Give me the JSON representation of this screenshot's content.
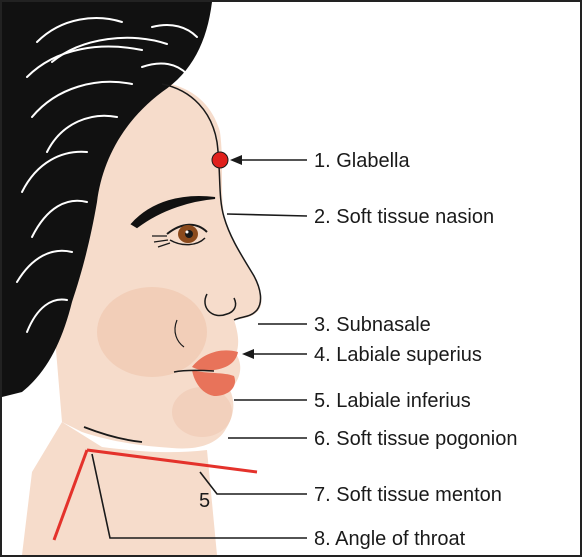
{
  "landmarks": [
    {
      "label": "1. Glabella"
    },
    {
      "label": "2. Soft tissue nasion"
    },
    {
      "label": "3. Subnasale"
    },
    {
      "label": "4. Labiale superius"
    },
    {
      "label": "5. Labiale inferius"
    },
    {
      "label": "6. Soft tissue pogonion"
    },
    {
      "label": "7. Soft tissue menton"
    },
    {
      "label": "8. Angle of throat"
    }
  ],
  "angle_label": "5",
  "colors": {
    "skin": "#f6dccb",
    "skin_shade": "#eec2aa",
    "hair": "#111111",
    "lips": "#e8735a",
    "glabella_dot": "#e0201c",
    "reference_line": "#e4322b",
    "outline": "#1a1a1a"
  }
}
